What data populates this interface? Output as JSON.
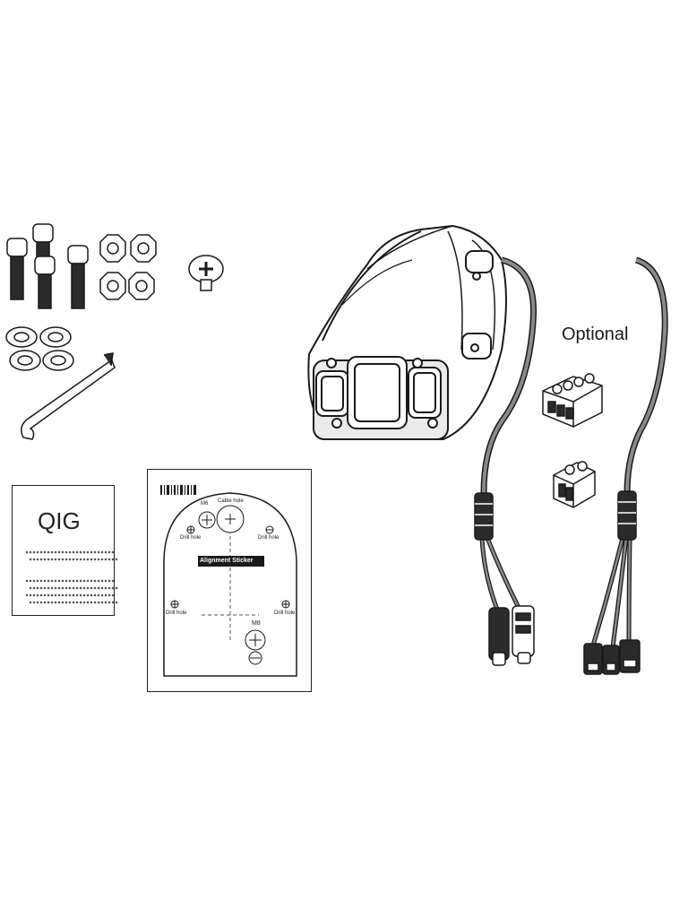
{
  "labels": {
    "optional": "Optional",
    "qig": "QIG"
  },
  "sticker": {
    "title": "Alignment Sticker",
    "m6": "M6",
    "m8": "M8",
    "cable_hole": "Cable hole",
    "drill_hole": "Drill hole"
  },
  "colors": {
    "line": "#1a1a1a",
    "cable": "#8a8a8a",
    "connector": "#2b2b2b"
  }
}
